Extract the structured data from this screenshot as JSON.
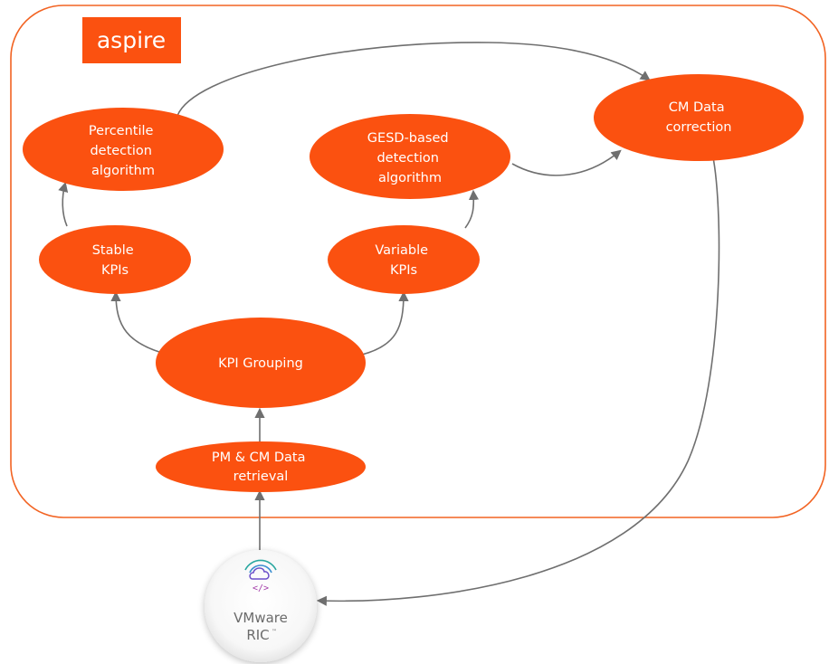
{
  "brand": {
    "logo_text": "aspire",
    "accent_color": "#fb5110",
    "frame_color": "#f26322"
  },
  "nodes": {
    "percentile": {
      "lines": [
        "Percentile",
        "detection",
        "algorithm"
      ]
    },
    "gesd": {
      "lines": [
        "GESD-based",
        "detection",
        "algorithm"
      ]
    },
    "cm_correction": {
      "lines": [
        "CM Data",
        "correction"
      ]
    },
    "stable": {
      "lines": [
        "Stable",
        "KPIs"
      ]
    },
    "variable": {
      "lines": [
        "Variable",
        "KPIs"
      ]
    },
    "grouping": {
      "lines": [
        "KPI Grouping"
      ]
    },
    "retrieval": {
      "lines": [
        "PM & CM Data",
        "retrieval"
      ]
    }
  },
  "ric": {
    "line1": "VMware",
    "line2": "RIC",
    "trademark": "™",
    "icon": "cloud-code-icon"
  },
  "edges": [
    {
      "from": "retrieval",
      "to": "grouping"
    },
    {
      "from": "grouping",
      "to": "stable"
    },
    {
      "from": "grouping",
      "to": "variable"
    },
    {
      "from": "stable",
      "to": "percentile"
    },
    {
      "from": "variable",
      "to": "gesd"
    },
    {
      "from": "percentile",
      "to": "cm_correction"
    },
    {
      "from": "gesd",
      "to": "cm_correction"
    },
    {
      "from": "cm_correction",
      "to": "ric"
    },
    {
      "from": "ric",
      "to": "retrieval"
    }
  ]
}
